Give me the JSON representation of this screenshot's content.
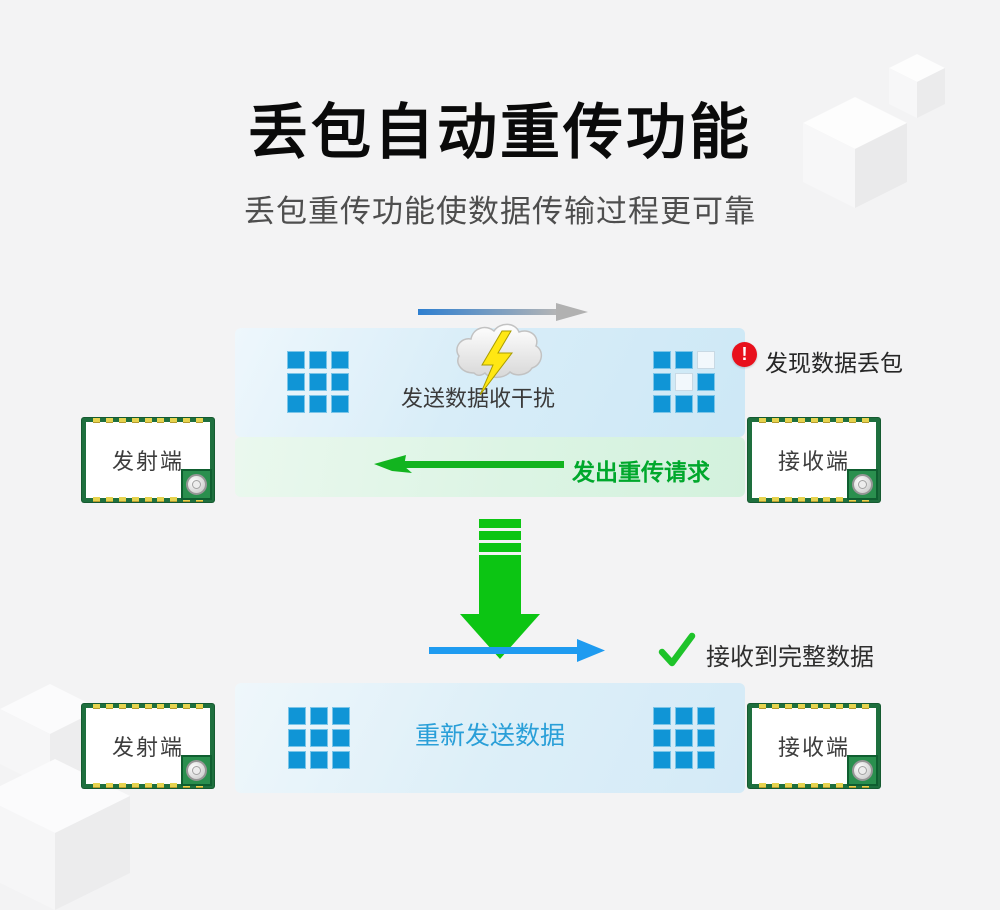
{
  "page": {
    "background": "#f3f3f4"
  },
  "header": {
    "title": "丢包自动重传功能",
    "subtitle": "丢包重传功能使数据传输过程更可靠"
  },
  "colors": {
    "data_block_blue": "#1095d6",
    "band_blue": "#d8edf8",
    "band_green": "#dcf4e4",
    "arrow_down_green": "#0cc513",
    "retry_arrow_green": "#12b41f",
    "resend_arrow_blue": "#1e9bf0",
    "check_green": "#1ec32a",
    "error_red": "#e8101c",
    "retry_text_green": "#00a82c",
    "resend_text_blue": "#2a9fd8",
    "pcb_green": "#1e6f3e",
    "lightning_yellow": "#ffe713"
  },
  "top_flow": {
    "transmitter_label": "发射端",
    "receiver_label": "接收端",
    "interference_label": "发送数据收干扰",
    "error_mark": "!",
    "packet_loss_label": "发现数据丢包",
    "retry_label": "发出重传请求",
    "sender_grid": [
      1,
      1,
      1,
      1,
      1,
      1,
      1,
      1,
      1
    ],
    "receiver_grid": [
      1,
      1,
      0,
      1,
      0,
      1,
      1,
      1,
      1
    ]
  },
  "bottom_flow": {
    "transmitter_label": "发射端",
    "receiver_label": "接收端",
    "resend_label": "重新发送数据",
    "complete_label": "接收到完整数据",
    "sender_grid": [
      1,
      1,
      1,
      1,
      1,
      1,
      1,
      1,
      1
    ],
    "receiver_grid": [
      1,
      1,
      1,
      1,
      1,
      1,
      1,
      1,
      1
    ]
  }
}
